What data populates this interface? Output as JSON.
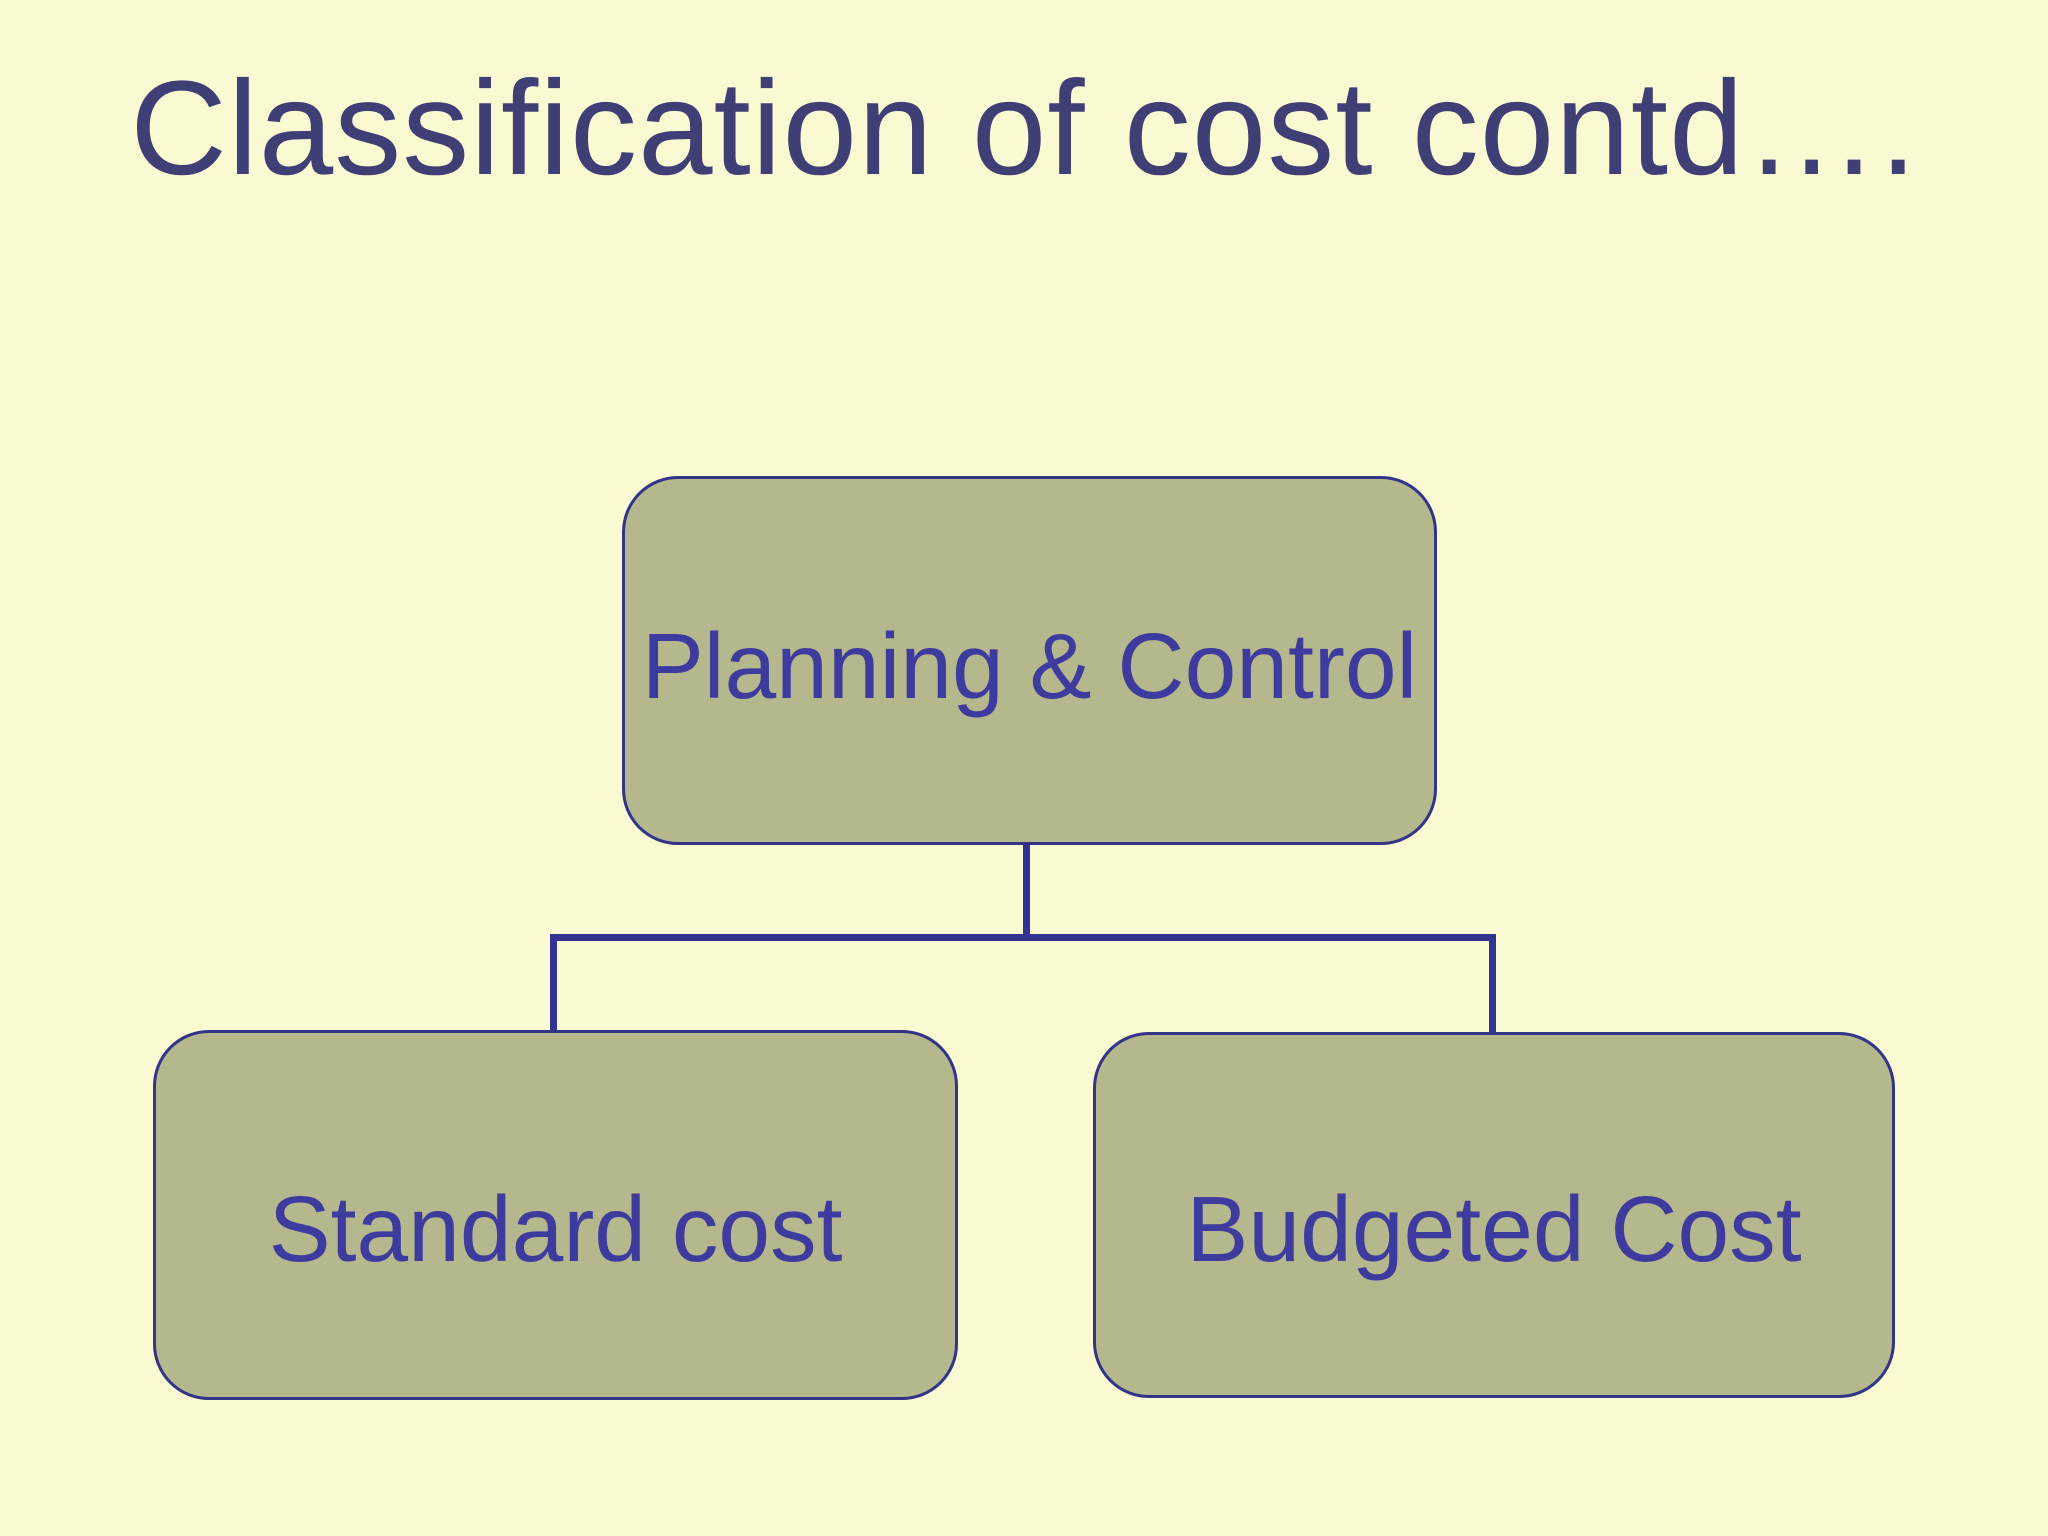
{
  "slide": {
    "title": "Classification of cost contd….",
    "diagram": {
      "type": "hierarchy",
      "root": {
        "label": "Planning & Control"
      },
      "children": [
        {
          "label": "Standard cost"
        },
        {
          "label": "Budgeted Cost"
        }
      ]
    },
    "colors": {
      "background": "#FAFAD2",
      "box_fill": "#B5B78D",
      "box_border": "#333388",
      "connector": "#333391",
      "title_text": "#3F3E75",
      "node_text": "#3D3B9E"
    }
  }
}
